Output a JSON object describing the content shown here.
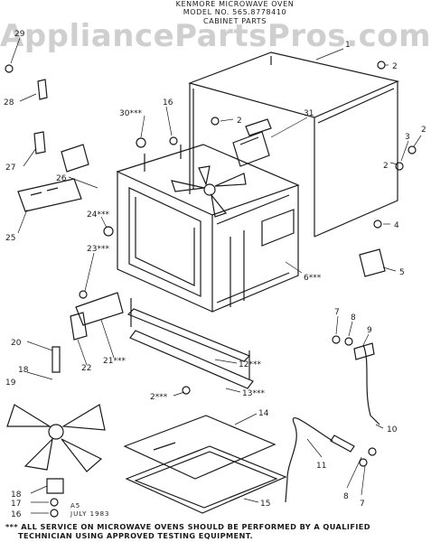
{
  "header": {
    "line1": "KENMORE MICROWAVE OVEN",
    "line2": "MODEL NO. 565.8778410",
    "line3": "CABINET PARTS"
  },
  "watermark": "AppliancePartsPros.com",
  "callouts": [
    "29",
    "28",
    "27",
    "26",
    "25",
    "24***",
    "23***",
    "22",
    "21***",
    "20",
    "19",
    "18",
    "18",
    "17",
    "16",
    "30***",
    "16",
    "2",
    "31",
    "1",
    "2",
    "2",
    "3",
    "2",
    "4",
    "5",
    "6***",
    "7",
    "8",
    "9",
    "10",
    "11",
    "8",
    "7",
    "12***",
    "13***",
    "2***",
    "14",
    "15"
  ],
  "stamp": {
    "code": "A5",
    "date": "JULY 1983"
  },
  "footnote": {
    "line1": "*** ALL SERVICE ON MICROWAVE OVENS SHOULD BE PERFORMED BY A QUALIFIED",
    "line2": "TECHNICIAN USING APPROVED TESTING EQUIPMENT."
  }
}
